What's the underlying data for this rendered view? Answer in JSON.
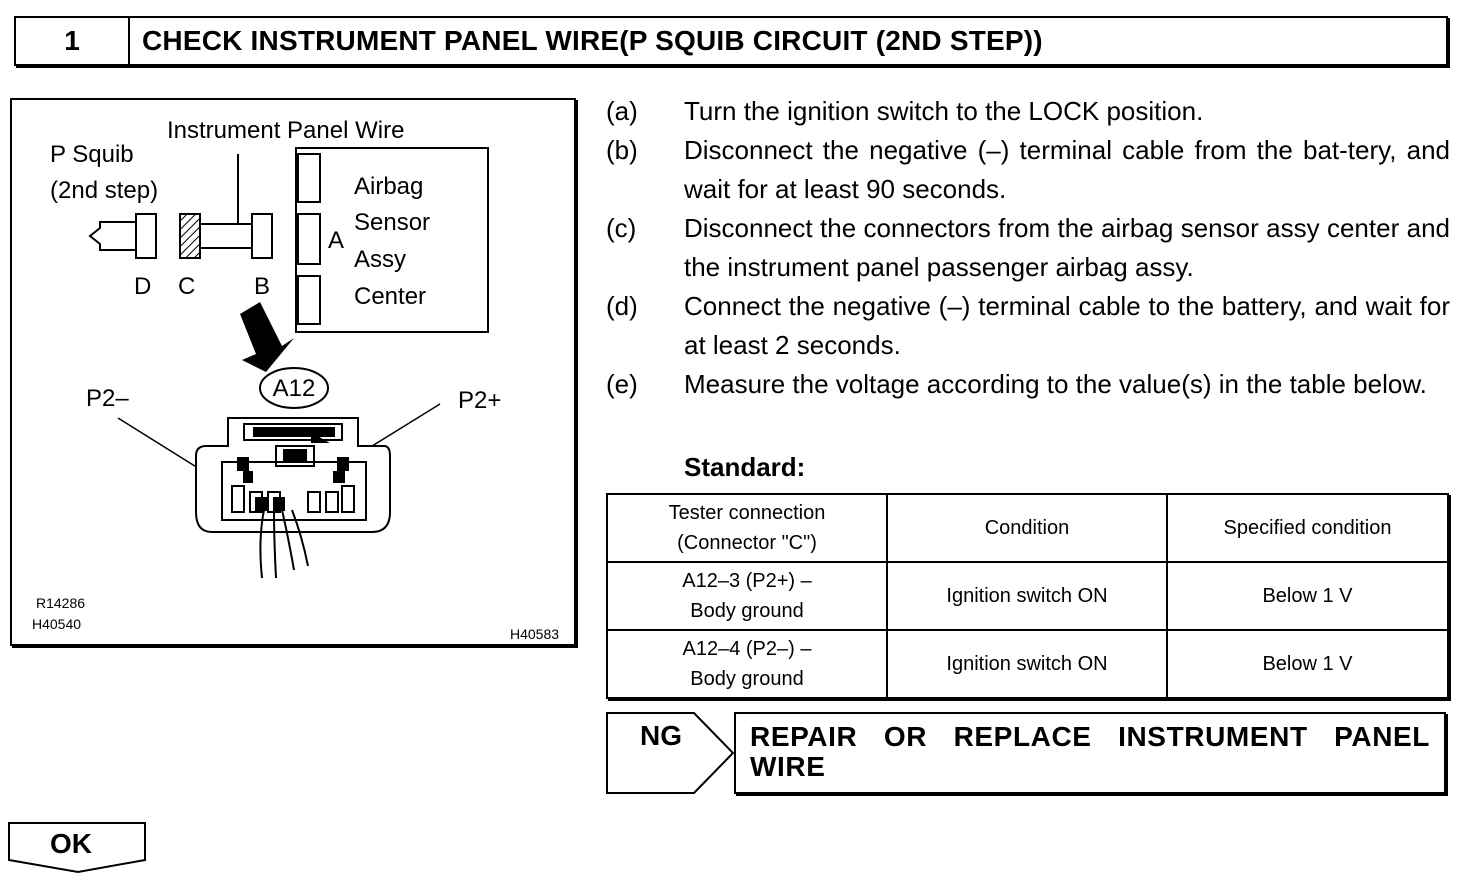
{
  "header": {
    "step_number": "1",
    "title": "CHECK INSTRUMENT PANEL WIRE(P SQUIB CIRCUIT (2ND STEP))"
  },
  "figure": {
    "label_instrument_panel_wire": "Instrument Panel Wire",
    "label_p_squib_1": "P Squib",
    "label_p_squib_2": "(2nd step)",
    "label_airbag_1": "Airbag",
    "label_airbag_2": "Sensor",
    "label_airbag_3": "Assy",
    "label_airbag_4": "Center",
    "label_a": "A",
    "label_b": "B",
    "label_c": "C",
    "label_d": "D",
    "connector_id": "A12",
    "pin_p2_minus": "P2–",
    "pin_p2_plus": "P2+",
    "code_1": "R14286",
    "code_2": "H40540",
    "code_3": "H40583"
  },
  "steps": [
    {
      "letter": "(a)",
      "text": "Turn the ignition switch to the LOCK position."
    },
    {
      "letter": "(b)",
      "text": "Disconnect the negative (–) terminal cable from the bat-tery, and wait for at least 90 seconds."
    },
    {
      "letter": "(c)",
      "text": "Disconnect the connectors from the airbag sensor assy center and the instrument panel passenger airbag assy."
    },
    {
      "letter": "(d)",
      "text": "Connect the negative (–) terminal cable to the battery, and wait for at least 2 seconds."
    },
    {
      "letter": "(e)",
      "text": "Measure the voltage according to the value(s) in the table below."
    }
  ],
  "standard_label": "Standard:",
  "table": {
    "headers": [
      "Tester connection",
      "(Connector \"C\")",
      "Condition",
      "Specified condition"
    ],
    "rows": [
      {
        "connection_1": "A12–3 (P2+) –",
        "connection_2": "Body ground",
        "condition": "Ignition switch ON",
        "specified": "Below 1 V"
      },
      {
        "connection_1": "A12–4 (P2–) –",
        "connection_2": "Body ground",
        "condition": "Ignition switch ON",
        "specified": "Below 1 V"
      }
    ]
  },
  "ng": {
    "label": "NG",
    "action": "REPAIR OR REPLACE INSTRUMENT PANEL WIRE"
  },
  "ok": {
    "label": "OK"
  }
}
